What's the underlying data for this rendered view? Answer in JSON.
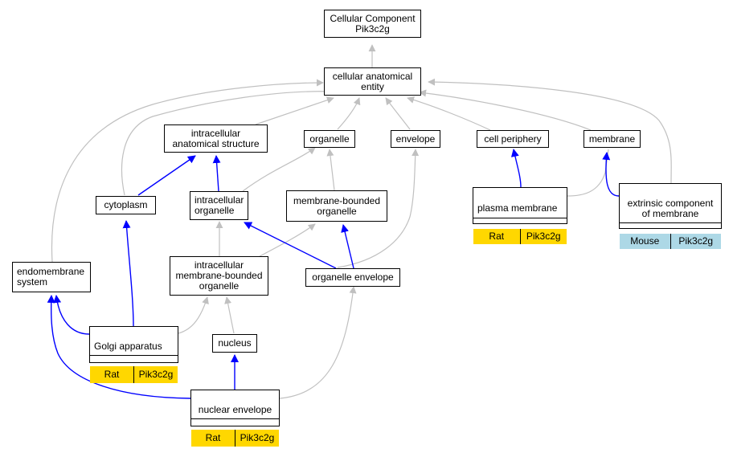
{
  "colors": {
    "gray_edge": "#c0c0c0",
    "blue_edge": "#0000ff",
    "rat_fill": "#ffd700",
    "mouse_fill": "#add8e6"
  },
  "nodes": {
    "cellular_component": {
      "label": "Cellular Component\nPik3c2g"
    },
    "cellular_anatomical_entity": {
      "label": "cellular anatomical\nentity"
    },
    "intracellular_anatomical_structure": {
      "label": "intracellular\nanatomical structure"
    },
    "organelle": {
      "label": "organelle"
    },
    "envelope": {
      "label": "envelope"
    },
    "cell_periphery": {
      "label": "cell periphery"
    },
    "membrane": {
      "label": "membrane"
    },
    "cytoplasm": {
      "label": "cytoplasm"
    },
    "intracellular_organelle": {
      "label": "intracellular\norganelle"
    },
    "membrane_bounded_organelle": {
      "label": "membrane-bounded\norganelle"
    },
    "plasma_membrane": {
      "label": "plasma membrane",
      "species": "Rat",
      "gene": "Pik3c2g"
    },
    "extrinsic_component": {
      "label": "extrinsic component\nof membrane",
      "species": "Mouse",
      "gene": "Pik3c2g"
    },
    "endomembrane_system": {
      "label": "endomembrane\nsystem"
    },
    "intracellular_membrane_bounded_organelle": {
      "label": "intracellular\nmembrane-bounded\norganelle"
    },
    "organelle_envelope": {
      "label": "organelle envelope"
    },
    "golgi_apparatus": {
      "label": "Golgi apparatus",
      "species": "Rat",
      "gene": "Pik3c2g"
    },
    "nucleus": {
      "label": "nucleus"
    },
    "nuclear_envelope": {
      "label": "nuclear envelope",
      "species": "Rat",
      "gene": "Pik3c2g"
    }
  },
  "edges": [
    {
      "from": "cellular_anatomical_entity",
      "to": "cellular_component",
      "type": "gray"
    },
    {
      "from": "intracellular_anatomical_structure",
      "to": "cellular_anatomical_entity",
      "type": "gray"
    },
    {
      "from": "organelle",
      "to": "cellular_anatomical_entity",
      "type": "gray"
    },
    {
      "from": "envelope",
      "to": "cellular_anatomical_entity",
      "type": "gray"
    },
    {
      "from": "cell_periphery",
      "to": "cellular_anatomical_entity",
      "type": "gray"
    },
    {
      "from": "membrane",
      "to": "cellular_anatomical_entity",
      "type": "gray"
    },
    {
      "from": "cytoplasm",
      "to": "cellular_anatomical_entity",
      "type": "gray"
    },
    {
      "from": "endomembrane_system",
      "to": "cellular_anatomical_entity",
      "type": "gray"
    },
    {
      "from": "extrinsic_component",
      "to": "cellular_anatomical_entity",
      "type": "gray"
    },
    {
      "from": "cytoplasm",
      "to": "intracellular_anatomical_structure",
      "type": "blue"
    },
    {
      "from": "intracellular_organelle",
      "to": "intracellular_anatomical_structure",
      "type": "blue"
    },
    {
      "from": "intracellular_organelle",
      "to": "organelle",
      "type": "gray"
    },
    {
      "from": "membrane_bounded_organelle",
      "to": "organelle",
      "type": "gray"
    },
    {
      "from": "plasma_membrane",
      "to": "cell_periphery",
      "type": "blue"
    },
    {
      "from": "plasma_membrane",
      "to": "membrane",
      "type": "gray"
    },
    {
      "from": "extrinsic_component",
      "to": "membrane",
      "type": "blue"
    },
    {
      "from": "intracellular_membrane_bounded_organelle",
      "to": "intracellular_organelle",
      "type": "gray"
    },
    {
      "from": "intracellular_membrane_bounded_organelle",
      "to": "membrane_bounded_organelle",
      "type": "gray"
    },
    {
      "from": "organelle_envelope",
      "to": "intracellular_organelle",
      "type": "blue"
    },
    {
      "from": "organelle_envelope",
      "to": "membrane_bounded_organelle",
      "type": "blue"
    },
    {
      "from": "organelle_envelope",
      "to": "envelope",
      "type": "gray"
    },
    {
      "from": "golgi_apparatus",
      "to": "cytoplasm",
      "type": "blue"
    },
    {
      "from": "golgi_apparatus",
      "to": "endomembrane_system",
      "type": "blue"
    },
    {
      "from": "golgi_apparatus",
      "to": "intracellular_membrane_bounded_organelle",
      "type": "gray"
    },
    {
      "from": "nucleus",
      "to": "intracellular_membrane_bounded_organelle",
      "type": "gray"
    },
    {
      "from": "nuclear_envelope",
      "to": "nucleus",
      "type": "blue"
    },
    {
      "from": "nuclear_envelope",
      "to": "endomembrane_system",
      "type": "blue"
    },
    {
      "from": "nuclear_envelope",
      "to": "organelle_envelope",
      "type": "gray"
    }
  ]
}
